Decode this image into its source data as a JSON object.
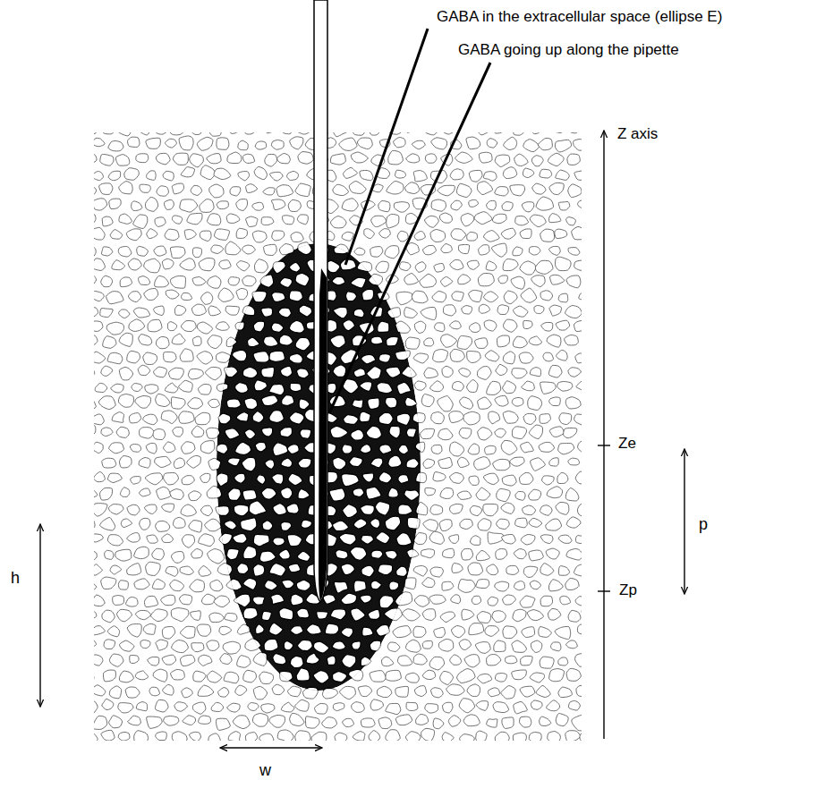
{
  "diagram": {
    "labels": [
      "GABA in the extracellular space (ellipse E)",
      "GABA going up along the pipette",
      "Z axis",
      "Ze",
      "p",
      "Zp",
      "h",
      "w"
    ]
  }
}
